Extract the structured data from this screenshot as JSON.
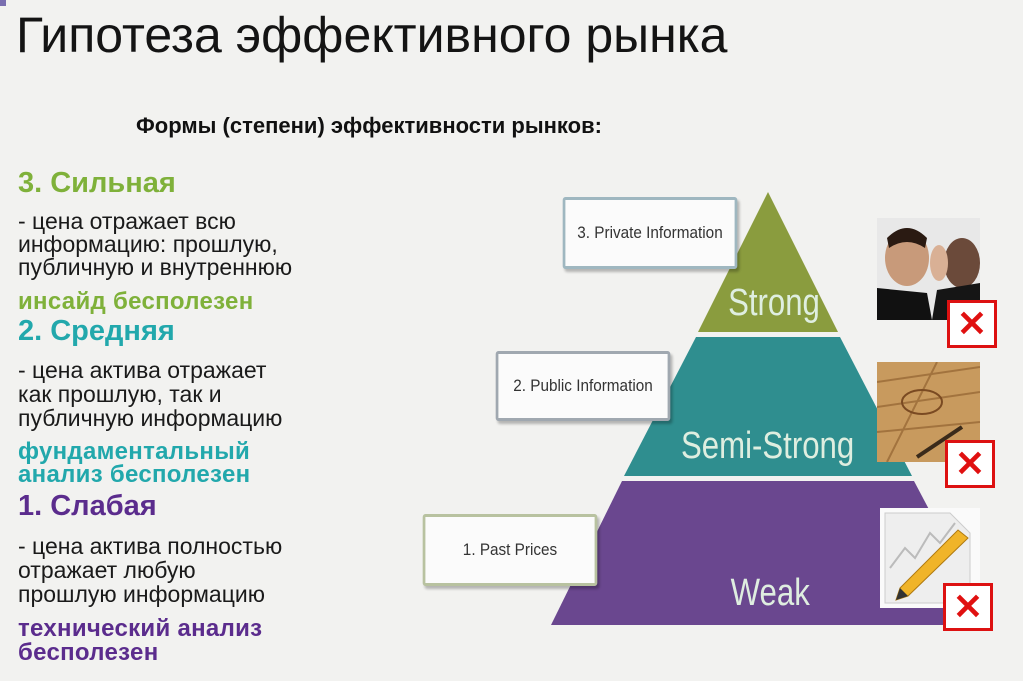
{
  "title": "Гипотеза эффективного рынка",
  "subtitle": "Формы (степени) эффективности рынков:",
  "forms": [
    {
      "heading": "3. Сильная",
      "lines": [
        "- цена отражает всю",
        "информацию: прошлую,",
        "публичную и внутреннюю"
      ],
      "conclusion": [
        "инсайд бесполезен"
      ],
      "color": "#7fb13a"
    },
    {
      "heading": "2. Средняя",
      "lines": [
        "- цена актива отражает",
        "как  прошлую, так и",
        "публичную информацию"
      ],
      "conclusion": [
        "фундаментальный",
        "анализ бесполезен"
      ],
      "color": "#22a8ac"
    },
    {
      "heading": "1. Слабая",
      "lines": [
        "- цена актива полностью",
        "отражает любую",
        "прошлую информацию"
      ],
      "conclusion": [
        "технический анализ",
        "бесполезен"
      ],
      "color": "#5b2c8d"
    }
  ],
  "pyramid": {
    "levels": [
      {
        "name": "Strong",
        "info": "3. Private Information",
        "color": "#8a9c3e",
        "icon": "whisper-icon",
        "mark": "✕"
      },
      {
        "name": "Semi-Strong",
        "info": "2. Public Information",
        "color": "#2f8e8f",
        "icon": "financial-papers-icon",
        "mark": "✕"
      },
      {
        "name": "Weak",
        "info": "1. Past Prices",
        "color": "#6a478f",
        "icon": "chart-pencil-icon",
        "mark": "✕"
      }
    ]
  }
}
